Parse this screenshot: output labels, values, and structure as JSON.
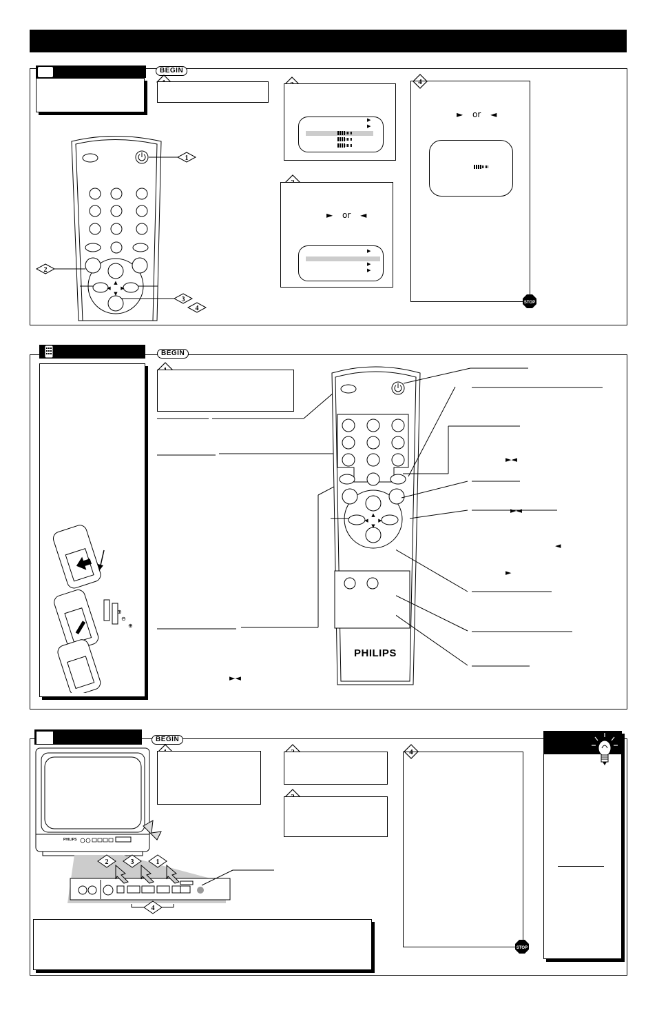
{
  "header": {
    "bar_text": ""
  },
  "badges": {
    "begin": "BEGIN",
    "stop": "STOP"
  },
  "steps": {
    "s1": "1",
    "s2": "2",
    "s3": "3",
    "s4": "4"
  },
  "remote": {
    "brand": "PHILIPS"
  },
  "tv": {
    "brand": "PHILIPS"
  },
  "arrows": {
    "right_left": "► or ◄",
    "right_left_compact": "►◄",
    "left": "◄",
    "right": "►"
  },
  "icons": {
    "stop": "stop-sign-icon",
    "tip": "lightbulb-icon",
    "remote": "remote-icon",
    "tv": "tv-icon"
  }
}
